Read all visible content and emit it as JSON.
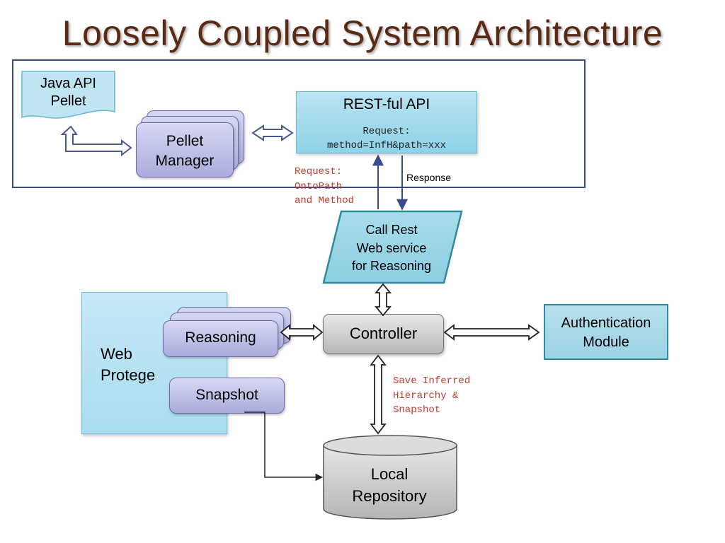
{
  "title": "Loosely Coupled System Architecture",
  "nodes": {
    "java_api": "Java API\nPellet",
    "pellet_manager": "Pellet\nManager",
    "rest_api_title": "REST-ful API",
    "rest_api_request": "Request:\nmethod=InfH&path=xxx",
    "call_rest": "Call Rest\nWeb service\nfor Reasoning",
    "web_protege": "Web\nProtege",
    "reasoning": "Reasoning",
    "snapshot": "Snapshot",
    "controller": "Controller",
    "authentication": "Authentication\nModule",
    "local_repository": "Local\nRepository"
  },
  "edge_labels": {
    "request_onto": "Request:\nOntoPath\nand Method",
    "response": "Response",
    "save_inferred": "Save Inferred\nHierarchy &\nSnapshot"
  },
  "colors": {
    "title": "#5b2a14",
    "frame": "#3a4a7a",
    "card_purple": "#a9acdc",
    "light_blue": "#9dd3e4",
    "red_mono": "#c23a2a"
  }
}
